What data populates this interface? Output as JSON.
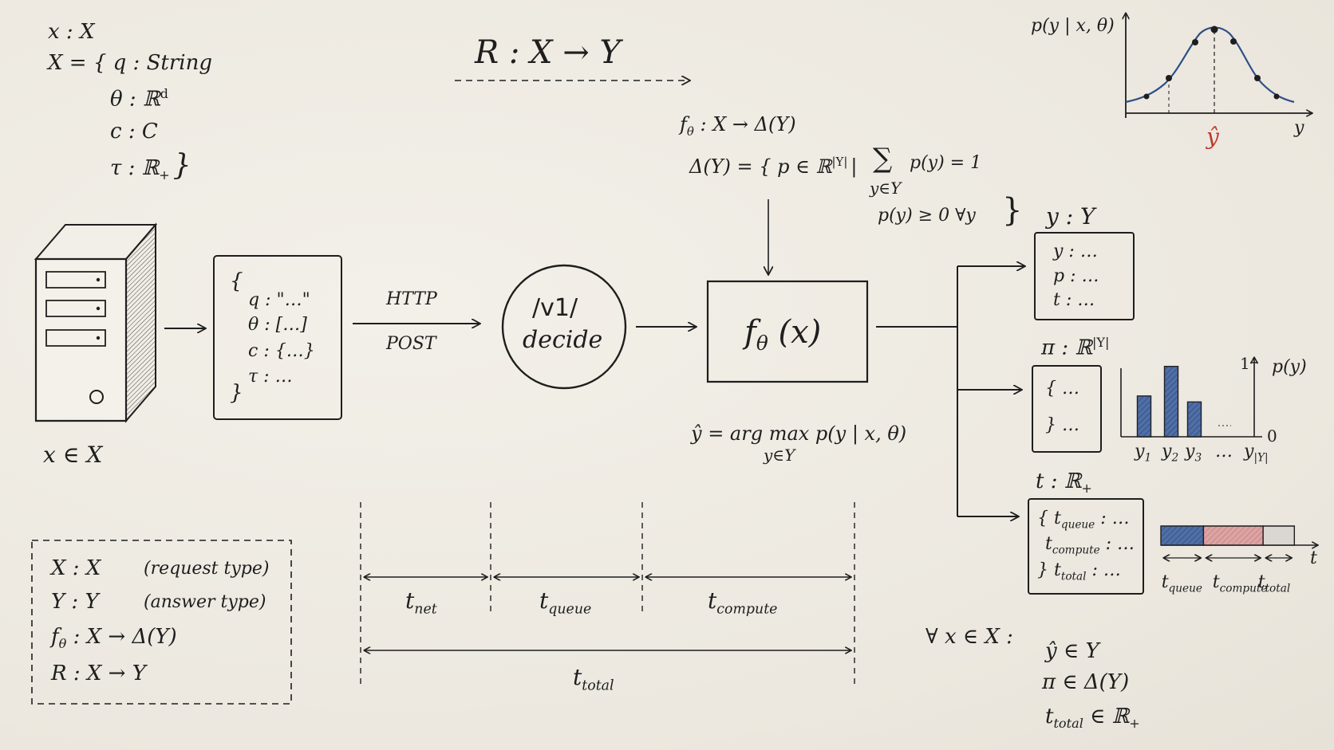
{
  "colors": {
    "ink": "#1e1e1e",
    "blue": "#2f4f86",
    "red": "#c0392b",
    "bar_blue": "#4f6fa7",
    "bar_red": "#e0a2a0",
    "bar_gray": "#dad7d2"
  },
  "type_decl": {
    "x": "x : X",
    "X_head": "X = { q : String",
    "theta": "θ : ℝ",
    "theta_sup": "d",
    "c": "c : C",
    "tau": "τ : ℝ",
    "tau_sub": "+",
    "tau_close": "}"
  },
  "title": {
    "R": "R : X → Y"
  },
  "client": {
    "icon": "server-icon",
    "label": "x ∈ X"
  },
  "request": {
    "open": "{",
    "q": "q : \"…\"",
    "theta": "θ : […]",
    "c": "c : {…}",
    "tau": "τ : …",
    "close": "}"
  },
  "http": {
    "method": "HTTP",
    "verb": "POST"
  },
  "endpoint": {
    "line1": "/v1/",
    "line2": "decide"
  },
  "model": {
    "label": "f",
    "sub": "θ",
    "arg": " (x)"
  },
  "delta": {
    "f": "f",
    "f_sub": "θ",
    "f_sig": " : X → Δ(Y)",
    "def": "Δ(Y) = { p ∈ ℝ",
    "def_sup": "|Y|",
    "bar": "|",
    "sum": "∑",
    "sum_under": "y∈Y",
    "sum_rhs": "p(y) = 1",
    "nonneg": "p(y) ≥ 0   ∀y",
    "close": "}"
  },
  "argmax": {
    "lhs": "ŷ = arg max p(y | x, θ)",
    "under": "y∈Y"
  },
  "timing": {
    "net": "net",
    "queue": "queue",
    "compute": "compute",
    "total": "total",
    "t": "t"
  },
  "outputs": {
    "y_type": "y : Y",
    "y_fields": [
      "y : …",
      "p : …",
      "t : …"
    ],
    "pi_type": "π : ℝ",
    "pi_sup": "|Y|",
    "pi_fields": [
      "{ …",
      "} …"
    ],
    "t_type": "t : ℝ",
    "t_sub": "+",
    "t_fields": [
      {
        "open": "{",
        "name": "queue",
        "rest": " : …"
      },
      {
        "open": "",
        "name": "compute",
        "rest": " : …"
      },
      {
        "open": "}",
        "name": "total",
        "rest": " : …"
      }
    ]
  },
  "legend": {
    "rows": [
      {
        "sym": "X : X",
        "desc": "(request type)"
      },
      {
        "sym": "Y : Y",
        "desc": "(answer type)"
      },
      {
        "sym": "f",
        "sub": "θ",
        "rest": " : X → Δ(Y)",
        "desc": ""
      },
      {
        "sym": "R : X → Y",
        "desc": ""
      }
    ]
  },
  "forall": {
    "lhs": "∀ x ∈ X :",
    "l1": "ŷ ∈ Y",
    "l2": "π ∈ Δ(Y)",
    "l3_name": "total",
    "l3_rest": " ∈ ℝ",
    "l3_sub": "+"
  },
  "dist_chart": {
    "ylabel": "p(y | x, θ)",
    "xlabel": "y",
    "peak_label": "ŷ",
    "icon": "gaussian-curve"
  },
  "bar_chart": {
    "ylabel": "p(y)",
    "tick_top": "1",
    "tick_zero": "0",
    "categories": [
      "y1",
      "y2",
      "y3",
      "…",
      "y|Y|"
    ],
    "values": [
      0.55,
      0.95,
      0.47,
      0.15,
      0
    ]
  },
  "time_bar": {
    "axis": "t",
    "segments": [
      {
        "name": "queue",
        "value": 0.3
      },
      {
        "name": "compute",
        "value": 0.42
      },
      {
        "name": "total",
        "value": 0.22
      }
    ]
  }
}
